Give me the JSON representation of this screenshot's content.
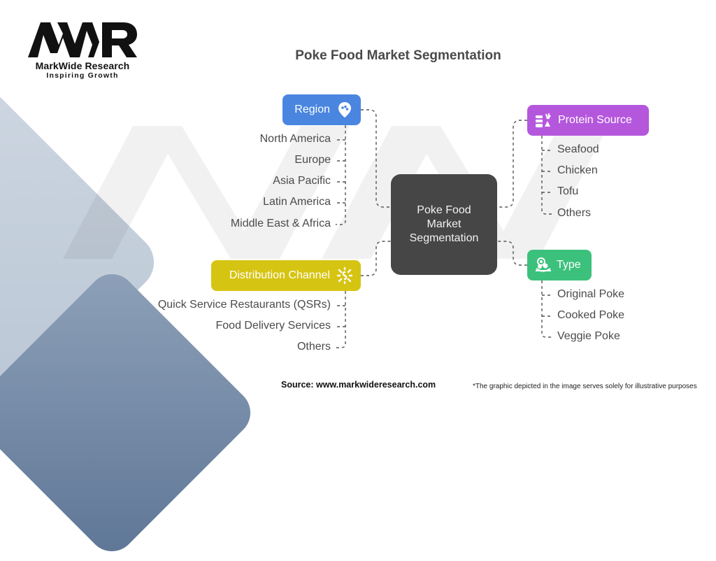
{
  "brand": {
    "logo_letters": "MWR",
    "name": "MarkWide Research",
    "tagline": "Inspiring Growth"
  },
  "title": "Poke Food Market Segmentation",
  "center": {
    "label": "Poke Food Market Segmentation",
    "color": "#464646"
  },
  "segments": {
    "region": {
      "label": "Region",
      "icon": "map-pin-icon",
      "color": "#4a86e0",
      "items": [
        "North America",
        "Europe",
        "Asia Pacific",
        "Latin America",
        "Middle East & Africa"
      ]
    },
    "protein_source": {
      "label": "Protein Source",
      "icon": "food-ingredients-icon",
      "color": "#b457dd",
      "items": [
        "Seafood",
        "Chicken",
        "Tofu",
        "Others"
      ]
    },
    "distribution_channel": {
      "label": "Distribution Channel",
      "icon": "distribution-burst-icon",
      "color": "#d6c412",
      "items": [
        "Quick Service Restaurants (QSRs)",
        "Food Delivery Services",
        "Others"
      ]
    },
    "type": {
      "label": "Type",
      "icon": "poke-bowl-icon",
      "color": "#3cc17c",
      "items": [
        "Original Poke",
        "Cooked Poke",
        "Veggie Poke"
      ]
    }
  },
  "footer": {
    "source": "Source: www.markwideresearch.com",
    "disclaimer": "*The graphic depicted in the image serves solely for illustrative purposes"
  }
}
